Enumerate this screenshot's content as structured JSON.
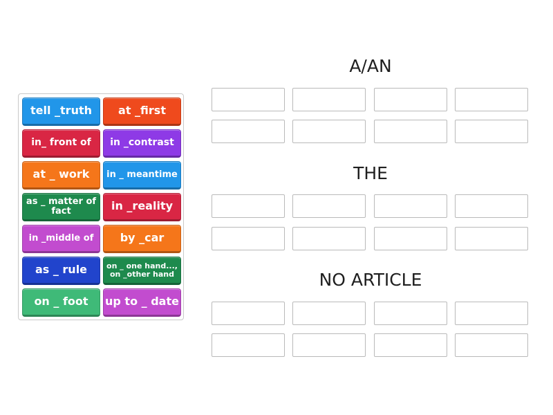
{
  "tile_bank": {
    "tiles": [
      {
        "label": "tell _truth",
        "color": "#2196e9"
      },
      {
        "label": "at _first",
        "color": "#ef4a1d"
      },
      {
        "label": "in_ front of",
        "color": "#d92644"
      },
      {
        "label": "in _contrast",
        "color": "#8e3ae6"
      },
      {
        "label": "at _ work",
        "color": "#f5761a"
      },
      {
        "label": "in _ meantime",
        "color": "#2196e9"
      },
      {
        "label": "as _ matter of fact",
        "color": "#1e8a4d"
      },
      {
        "label": "in _reality",
        "color": "#d92644"
      },
      {
        "label": "in _middle of",
        "color": "#c24ccf"
      },
      {
        "label": "by _car",
        "color": "#f5761a"
      },
      {
        "label": "as _ rule",
        "color": "#2144cc"
      },
      {
        "label": "on _ one hand..., on _other hand",
        "color": "#1e8a4d"
      },
      {
        "label": "on _ foot",
        "color": "#3fba78"
      },
      {
        "label": "up to _ date",
        "color": "#c24ccf"
      }
    ]
  },
  "categories": [
    {
      "title": "A/AN"
    },
    {
      "title": "THE"
    },
    {
      "title": "NO ARTICLE"
    }
  ]
}
